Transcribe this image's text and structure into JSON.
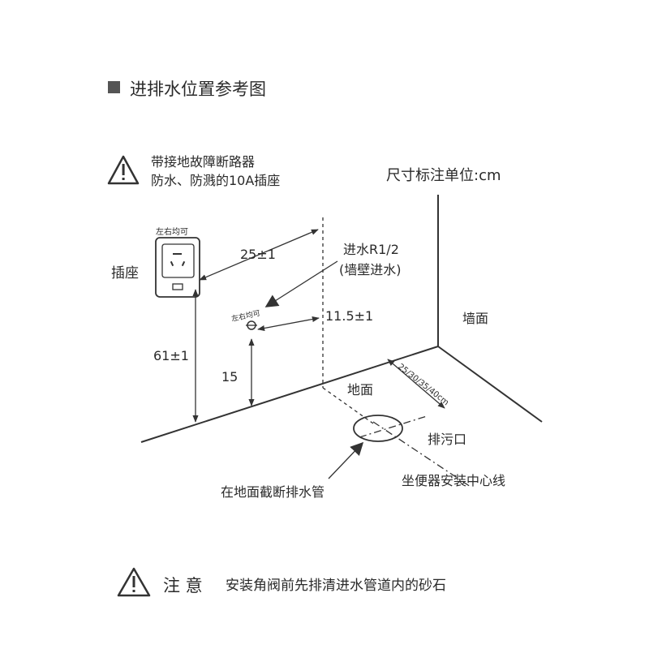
{
  "heading": "进排水位置参考图",
  "warning_top": {
    "line1": "带接地故障断路器",
    "line2": "防水、防溅的10A插座"
  },
  "unit_label": "尺寸标注单位:cm",
  "socket": {
    "tag": "左右均可",
    "label": "插座"
  },
  "inlet": {
    "line1": "进水R1/2",
    "line2": "(墙壁进水)",
    "tag": "左右均可"
  },
  "dimensions": {
    "socket_offset": "25±1",
    "inlet_offset": "11.5±1",
    "socket_height": "61±1",
    "inlet_height": "15",
    "drain_distance": "25/30/35/40cm"
  },
  "labels": {
    "wall": "墙面",
    "floor": "地面",
    "drain": "排污口",
    "cut_pipe": "在地面截断排水管",
    "center_line": "坐便器安装中心线"
  },
  "notice": {
    "title": "注 意",
    "text": "安装角阀前先排清进水管道内的砂石"
  }
}
